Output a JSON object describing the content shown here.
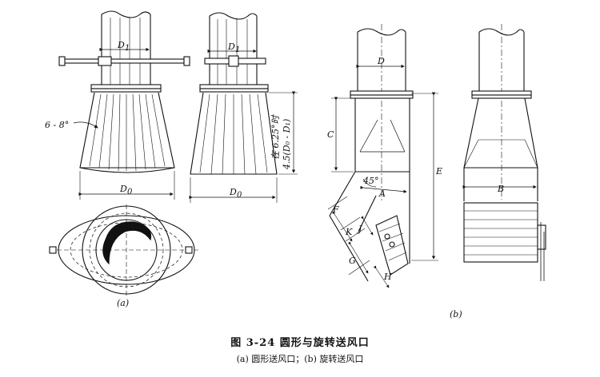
{
  "figure": {
    "title": "图 3-24  圆形与旋转送风口",
    "subtitle": "(a) 圆形送风口；(b) 旋转送风口"
  },
  "panel_a": {
    "label": "(a)",
    "angle": "6 - 8°",
    "d1": "D",
    "d1_sub": "1",
    "d0": "D",
    "d0_sub": "0",
    "dim_height_1": "在 6.25°时",
    "dim_height_2": "4.5(D₀ - D₁)"
  },
  "panel_b": {
    "label": "(b)",
    "D": "D",
    "C": "C",
    "E": "E",
    "A": "A",
    "B": "B",
    "F": "F",
    "J": "J",
    "K": "K",
    "G": "G",
    "H": "H",
    "angle45": "45°"
  }
}
